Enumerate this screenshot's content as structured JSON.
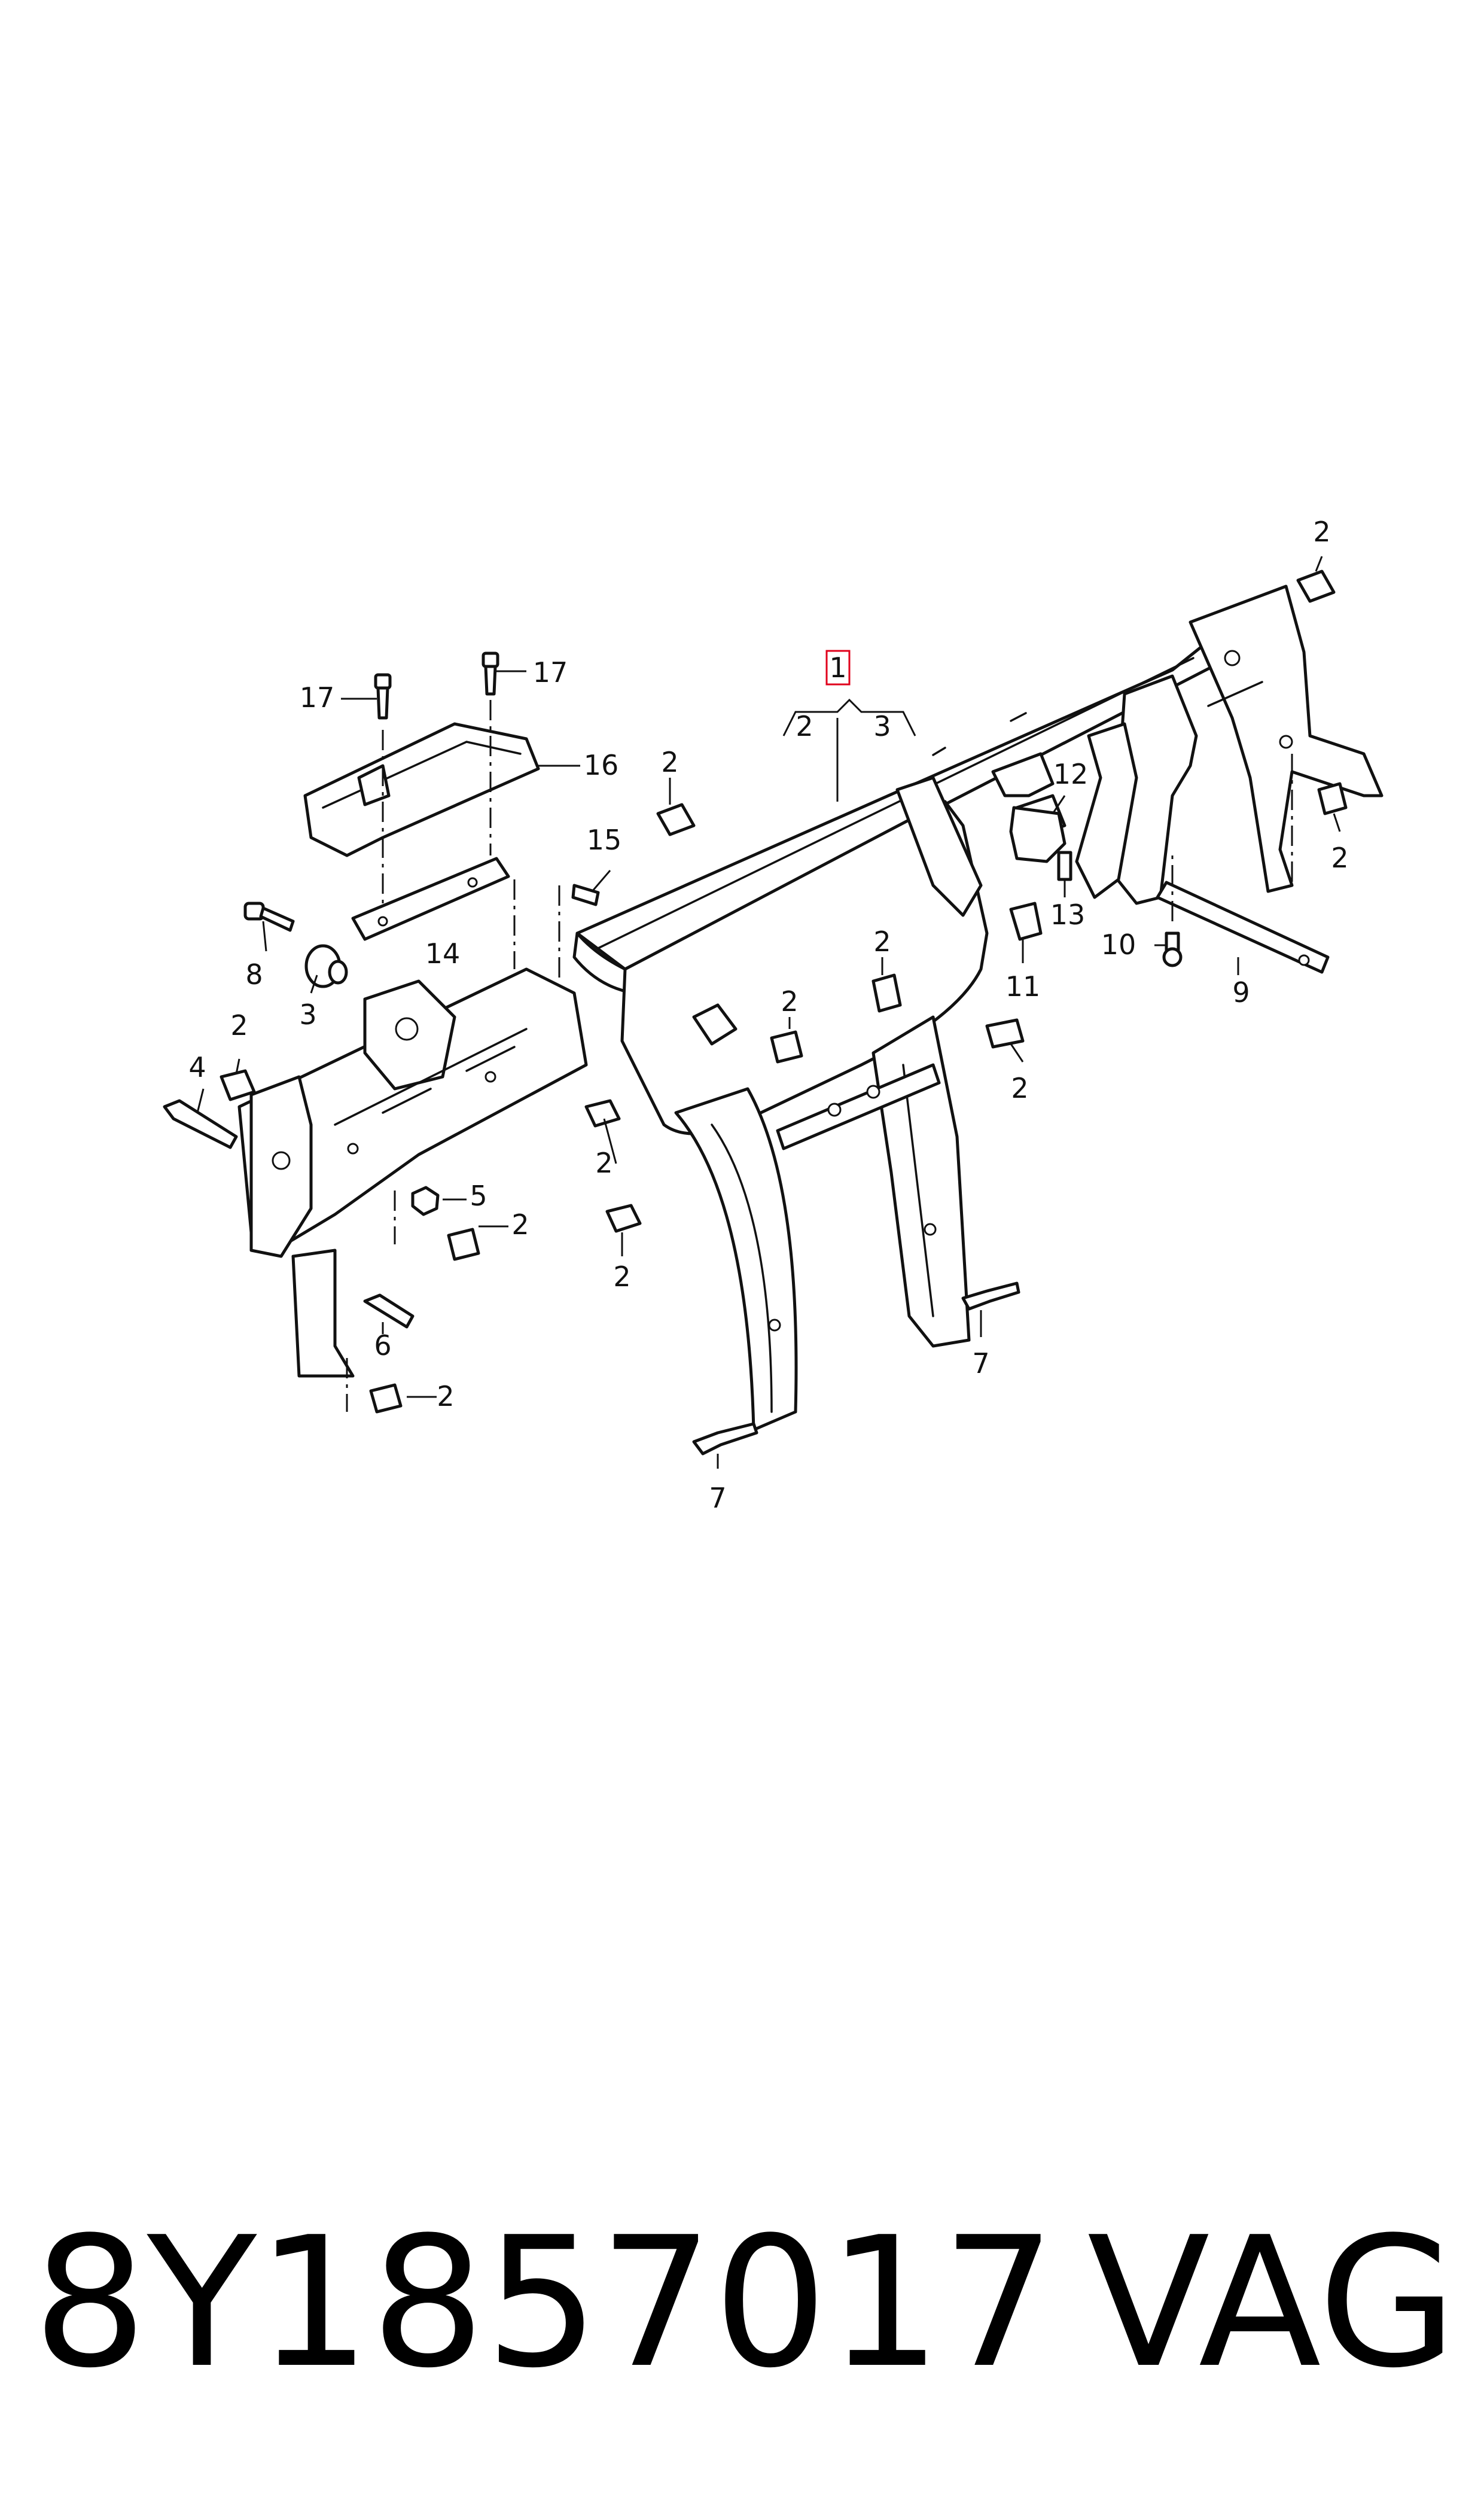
{
  "diagram": {
    "callouts": {
      "c1": "1",
      "c1_sub_left": "2",
      "c1_sub_right": "3",
      "c2": "2",
      "c3": "3",
      "c4": "4",
      "c5": "5",
      "c6": "6",
      "c7": "7",
      "c8": "8",
      "c9": "9",
      "c10": "10",
      "c11": "11",
      "c12": "12",
      "c13": "13",
      "c14": "14",
      "c15": "15",
      "c16": "16",
      "c17": "17"
    },
    "highlight_color": "#e0001b",
    "line_color": "#111111"
  },
  "footer": {
    "part_number": "8Y1857017",
    "brand": "VAG"
  }
}
